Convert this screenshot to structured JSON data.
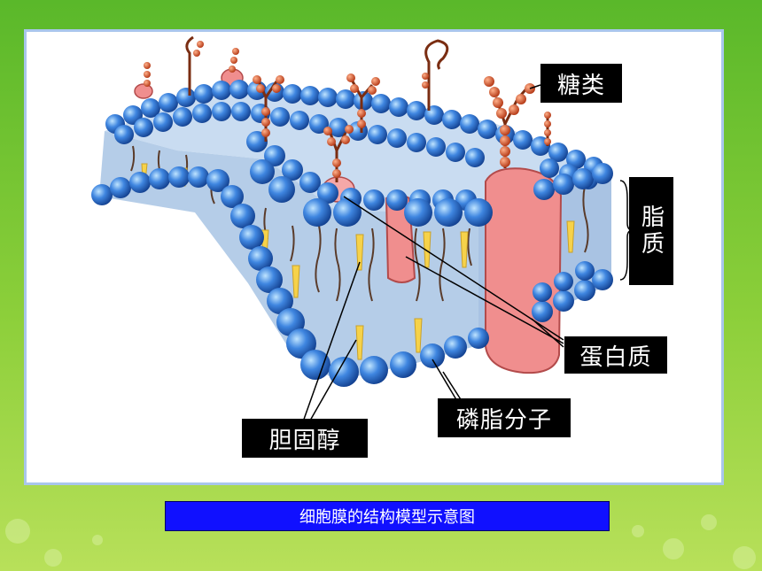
{
  "labels": {
    "sugar": "糖类",
    "lipid": "脂质",
    "protein": "蛋白质",
    "phospholipid": "磷脂分子",
    "cholesterol": "胆固醇"
  },
  "caption": "细胞膜的结构模型示意图",
  "colors": {
    "background": "#6cc232",
    "head": "#2f6fd0",
    "protein": "#f08e8e",
    "glycan": "#c8401a",
    "cholesterol": "#f6d24a",
    "caption_bg": "#1010ff"
  }
}
